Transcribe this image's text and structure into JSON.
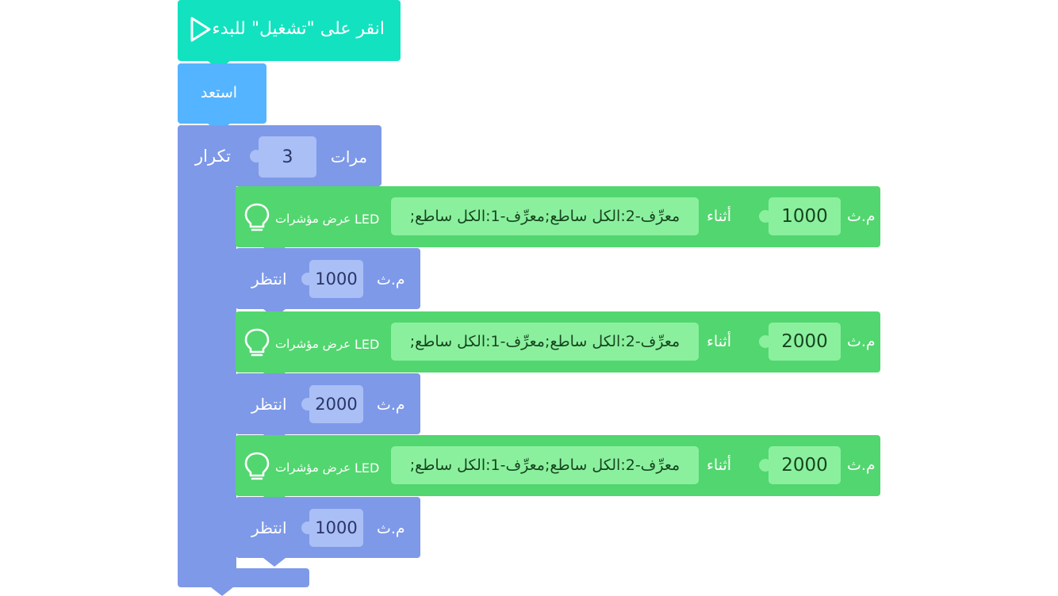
{
  "colors": {
    "start": "#12e2c0",
    "ready": "#55b4ff",
    "control": "#7e99e8",
    "control_slot": "#aabff5",
    "led": "#52d66f",
    "led_slot": "#8bf09e"
  },
  "start_block": {
    "label": "انقر على \"تشغيل\" للبدء",
    "icon": "play-icon"
  },
  "ready_block": {
    "label": "استعد"
  },
  "repeat_block": {
    "label": "تكرار",
    "count": "3",
    "suffix": "مرات"
  },
  "blocks": [
    {
      "type": "led",
      "title": "عرض مؤشرات",
      "led": "LED",
      "pattern": ";معرِّف-2:الكل ساطع;معرِّف-1:الكل ساطع",
      "during": "أثناء",
      "duration": "1000",
      "unit": "م.ث",
      "icon": "bulb-icon"
    },
    {
      "type": "wait",
      "label": "انتظر",
      "duration": "1000",
      "unit": "م.ث"
    },
    {
      "type": "led",
      "title": "عرض مؤشرات",
      "led": "LED",
      "pattern": ";معرِّف-2:الكل ساطع;معرِّف-1:الكل ساطع",
      "during": "أثناء",
      "duration": "2000",
      "unit": "م.ث",
      "icon": "bulb-icon"
    },
    {
      "type": "wait",
      "label": "انتظر",
      "duration": "2000",
      "unit": "م.ث"
    },
    {
      "type": "led",
      "title": "عرض مؤشرات",
      "led": "LED",
      "pattern": ";معرِّف-2:الكل ساطع;معرِّف-1:الكل ساطع",
      "during": "أثناء",
      "duration": "2000",
      "unit": "م.ث",
      "icon": "bulb-icon"
    },
    {
      "type": "wait",
      "label": "انتظر",
      "duration": "1000",
      "unit": "م.ث"
    }
  ]
}
